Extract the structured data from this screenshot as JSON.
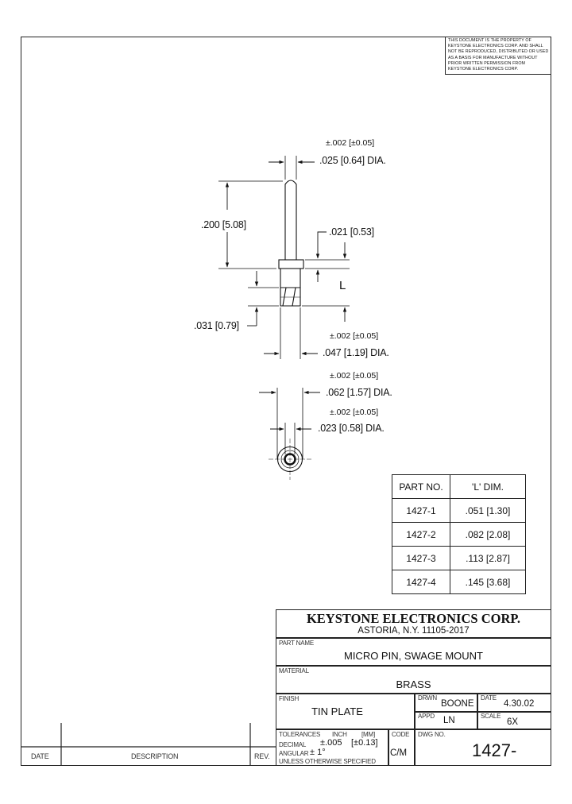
{
  "copyright_notice": "THIS DOCUMENT IS THE PROPERTY OF KEYSTONE ELECTRONICS CORP. AND SHALL NOT BE REPRODUCED, DISTRIBUTED OR USED AS A BASIS FOR MANUFACTURE WITHOUT PRIOR WRITTEN PERMISSION FROM KEYSTONE ELECTRONICS CORP.",
  "dimensions": {
    "tip_tol": "±.002 [±0.05]",
    "tip_dia": ".025 [0.64] DIA.",
    "pin_length": ".200 [5.08]",
    "collar": ".021 [0.53]",
    "l_label": "L",
    "swage": ".031 [0.79]",
    "shank_tol": "±.002 [±0.05]",
    "shank_dia": ".047 [1.19] DIA.",
    "od_tol": "±.002 [±0.05]",
    "od_dia": ".062 [1.57] DIA.",
    "id_tol": "±.002 [±0.05]",
    "id_dia": ".023 [0.58] DIA."
  },
  "parts_table": {
    "headers": [
      "PART NO.",
      "'L' DIM."
    ],
    "rows": [
      [
        "1427-1",
        ".051 [1.30]"
      ],
      [
        "1427-2",
        ".082 [2.08]"
      ],
      [
        "1427-3",
        ".113 [2.87]"
      ],
      [
        "1427-4",
        ".145 [3.68]"
      ]
    ]
  },
  "title_block": {
    "company": "KEYSTONE ELECTRONICS CORP.",
    "address": "ASTORIA, N.Y. 11105-2017",
    "part_name_label": "PART NAME",
    "part_name": "MICRO PIN, SWAGE MOUNT",
    "material_label": "MATERIAL",
    "material": "BRASS",
    "finish_label": "FINISH",
    "finish": "TIN PLATE",
    "drwn_label": "DRWN",
    "drwn": "BOONE",
    "date_label": "DATE",
    "date": "4.30.02",
    "appd_label": "APPD",
    "appd": "LN",
    "scale_label": "SCALE",
    "scale": "6X",
    "tolerances_label": "TOLERANCES",
    "inch_label": "INCH",
    "mm_label": "[MM]",
    "decimal_label": "DECIMAL",
    "decimal_tol": "±.005",
    "decimal_tol_mm": "[±0.13]",
    "angular_label": "ANGULAR",
    "angular_tol": "± 1°",
    "unless_label": "UNLESS OTHERWISE SPECIFIED",
    "code_label": "CODE",
    "code": "C/M",
    "dwg_no_label": "DWG NO.",
    "dwg_no": "1427-"
  },
  "revision_block": {
    "date_label": "DATE",
    "description_label": "DESCRIPTION",
    "rev_label": "REV."
  }
}
